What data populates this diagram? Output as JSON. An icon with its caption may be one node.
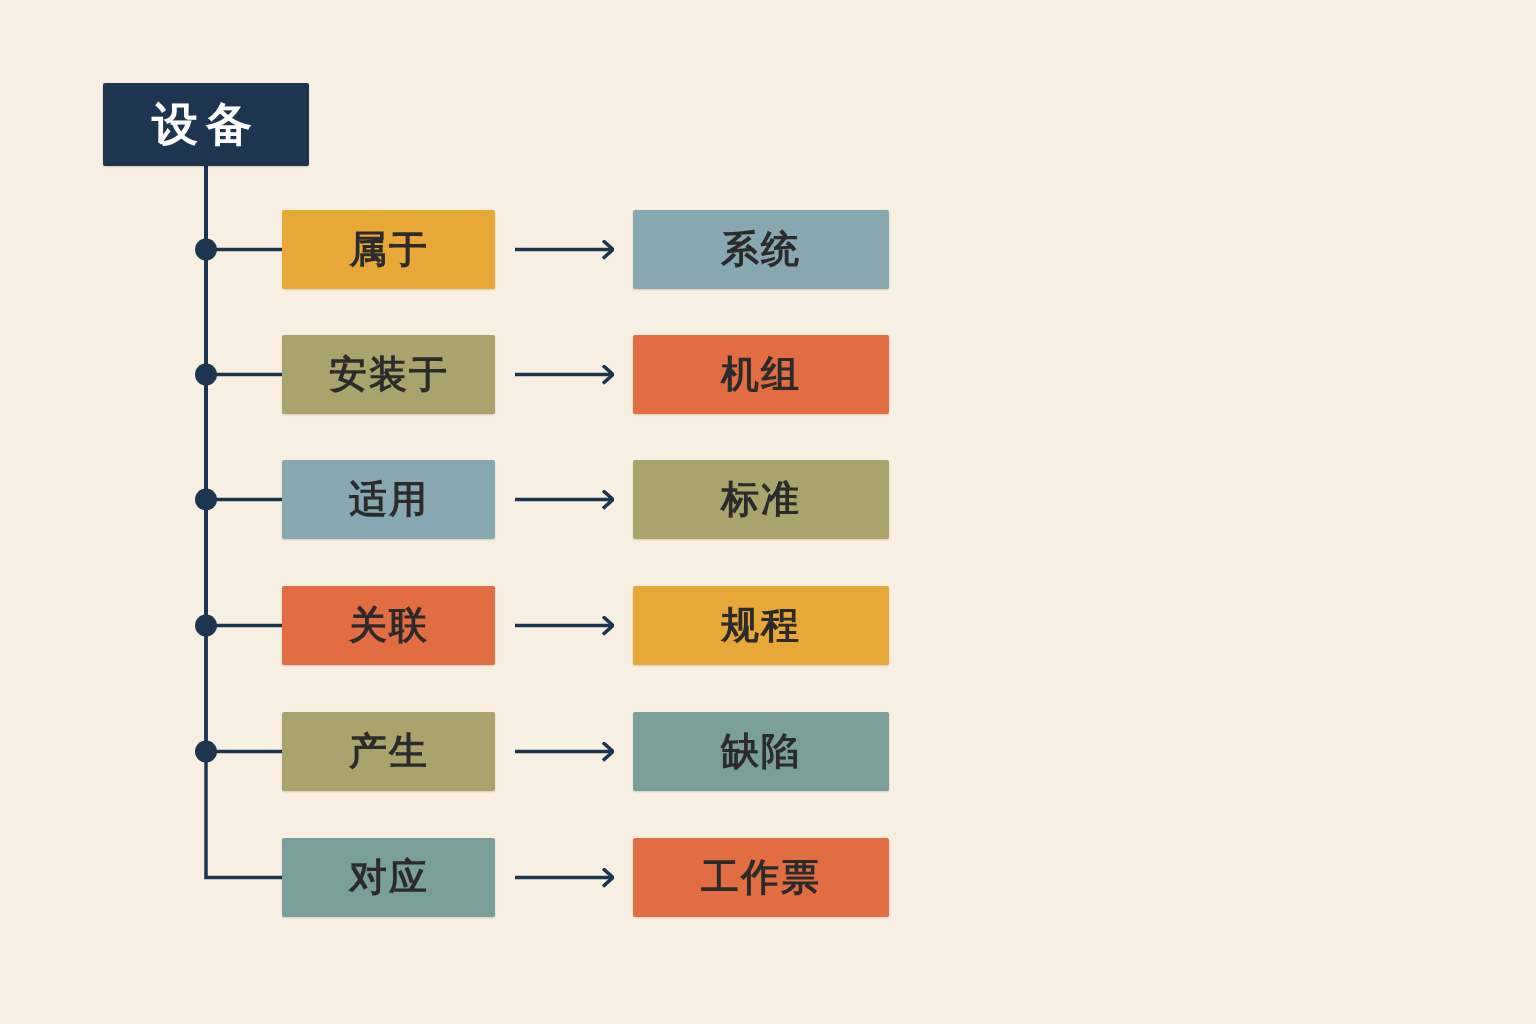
{
  "diagram": {
    "nodes": [
      {
        "text": [
          "设备"
        ]
      },
      {
        "text": [
          "属于"
        ]
      },
      {
        "text": [
          "系统"
        ]
      },
      {
        "text": [
          "安装于"
        ]
      },
      {
        "text": [
          "机组"
        ]
      },
      {
        "text": [
          "适用"
        ]
      },
      {
        "text": [
          "标准"
        ]
      },
      {
        "text": [
          "关联"
        ]
      },
      {
        "text": [
          "规程"
        ]
      },
      {
        "text": [
          "产生"
        ]
      },
      {
        "text": [
          "缺陷"
        ]
      },
      {
        "text": [
          "对应"
        ]
      },
      {
        "text": [
          "工作票"
        ]
      }
    ],
    "edges": [
      {
        "from": 0,
        "to": 1,
        "arrow": "none"
      },
      {
        "from": 1,
        "to": 2,
        "arrow": "to"
      },
      {
        "from": 0,
        "to": 3,
        "arrow": "none"
      },
      {
        "from": 3,
        "to": 4,
        "arrow": "to"
      },
      {
        "from": 0,
        "to": 5,
        "arrow": "none"
      },
      {
        "from": 5,
        "to": 6,
        "arrow": "to"
      },
      {
        "from": 0,
        "to": 7,
        "arrow": "none"
      },
      {
        "from": 7,
        "to": 8,
        "arrow": "to"
      },
      {
        "from": 0,
        "to": 9,
        "arrow": "none"
      },
      {
        "from": 9,
        "to": 10,
        "arrow": "to"
      },
      {
        "from": 0,
        "to": 11,
        "arrow": "none"
      },
      {
        "from": 11,
        "to": 12,
        "arrow": "to"
      }
    ]
  }
}
